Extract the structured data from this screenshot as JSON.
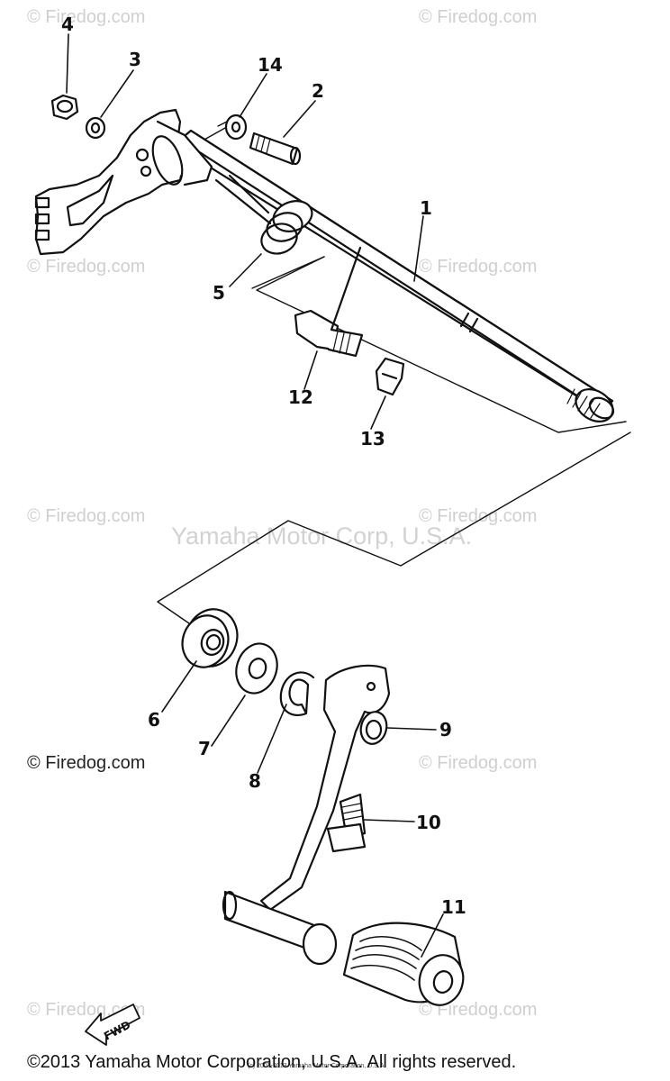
{
  "watermarks": {
    "firedog": "© Firedog.com",
    "yamaha": "Yamaha Motor Corp, U.S.A."
  },
  "callouts": {
    "p1": "1",
    "p2": "2",
    "p3": "3",
    "p4": "4",
    "p5": "5",
    "p6": "6",
    "p7": "7",
    "p8": "8",
    "p9": "9",
    "p10": "10",
    "p11": "11",
    "p12": "12",
    "p13": "13",
    "p14": "14"
  },
  "fwd_label": "FWD",
  "tiny_copyright": "(c) 2003-2013 Yamaha Motor Corporation, U.S.A.",
  "footer_copyright": "©2013 Yamaha Motor Corporation, U.S.A. All rights reserved."
}
